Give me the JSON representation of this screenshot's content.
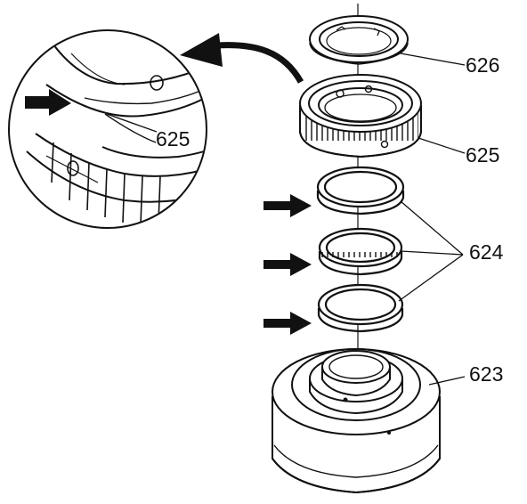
{
  "labels": {
    "part_626": "626",
    "part_625": "625",
    "part_624": "624",
    "part_623": "623",
    "inset_625": "625"
  },
  "colors": {
    "line": "#111111",
    "background": "#ffffff",
    "arrow": "#111111"
  },
  "icons": {
    "pointer_arrow": "bold-right-arrow",
    "curved_arrow": "curved-arrow"
  }
}
